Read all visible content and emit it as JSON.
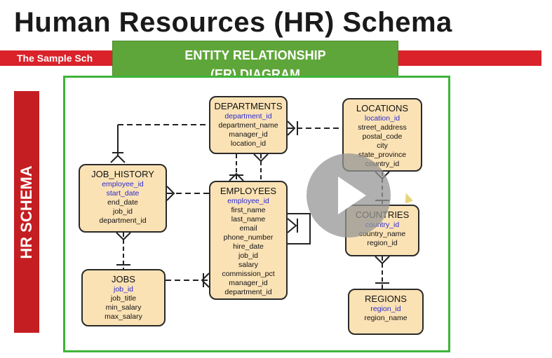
{
  "header": {
    "title": "Human Resources (HR) Schema",
    "subtitle": "The Sample Sch"
  },
  "banner": {
    "line1": "ENTITY RELATIONSHIP",
    "line2": "(ER) DIAGRAM"
  },
  "side_label": "HR SCHEMA",
  "entities": {
    "departments": {
      "name": "DEPARTMENTS",
      "attrs": [
        "department_id",
        "department_name",
        "manager_id",
        "location_id"
      ]
    },
    "locations": {
      "name": "LOCATIONS",
      "attrs": [
        "location_id",
        "street_address",
        "postal_code",
        "city",
        "state_province",
        "country_id"
      ]
    },
    "job_history": {
      "name": "JOB_HISTORY",
      "attrs": [
        "employee_id",
        "start_date",
        "end_date",
        "job_id",
        "department_id"
      ]
    },
    "employees": {
      "name": "EMPLOYEES",
      "attrs": [
        "employee_id",
        "first_name",
        "last_name",
        "email",
        "phone_number",
        "hire_date",
        "job_id",
        "salary",
        "commission_pct",
        "manager_id",
        "department_id"
      ]
    },
    "countries": {
      "name": "COUNTRIES",
      "attrs": [
        "country_id",
        "country_name",
        "region_id"
      ]
    },
    "jobs": {
      "name": "JOBS",
      "attrs": [
        "job_id",
        "job_title",
        "min_salary",
        "max_salary"
      ]
    },
    "regions": {
      "name": "REGIONS",
      "attrs": [
        "region_id",
        "region_name"
      ]
    }
  },
  "colors": {
    "accent_red": "#d9222a",
    "banner_green": "#5fa63a",
    "frame_green": "#3fb43a",
    "entity_fill": "#fbe2b5",
    "pk_blue": "#2a2ad0"
  },
  "icons": {
    "play": "play-icon"
  }
}
